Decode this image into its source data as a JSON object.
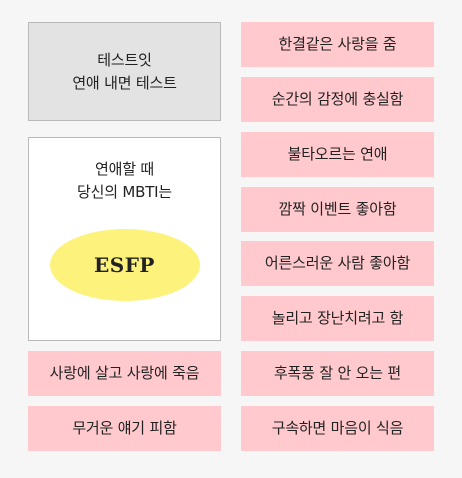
{
  "header": {
    "line1": "테스트잇",
    "line2": "연애 내면 테스트"
  },
  "result": {
    "line1": "연애할 때",
    "line2": "당신의 MBTI는",
    "mbti": "ESFP"
  },
  "traits_right": [
    "한결같은 사랑을 줌",
    "순간의 감정에 충실함",
    "불타오르는 연애",
    "깜짝 이벤트 좋아함",
    "어른스러운 사람 좋아함",
    "놀리고 장난치려고 함",
    "후폭풍 잘 안 오는 편",
    "구속하면 마음이 식음"
  ],
  "traits_left": [
    "사랑에 살고 사랑에 죽음",
    "무거운 얘기 피함"
  ],
  "colors": {
    "background": "#f6f6f6",
    "trait_pink": "#ffc9cd",
    "header_gray": "#e3e3e3",
    "mbti_yellow": "#fdf27c"
  }
}
